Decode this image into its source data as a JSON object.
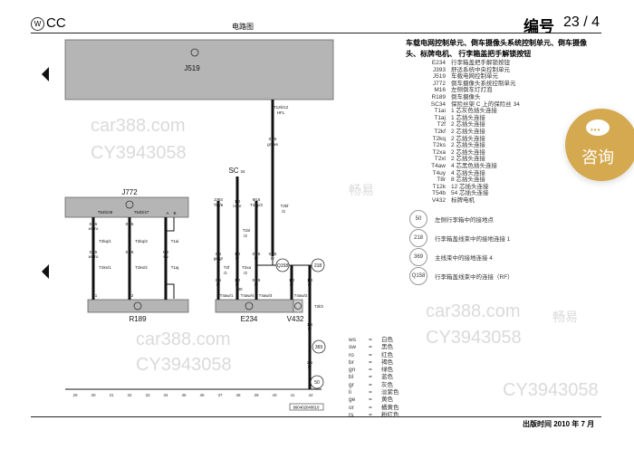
{
  "header": {
    "brand": "CC",
    "center_title": "电路图",
    "number_label": "编号",
    "page": "23 / 4"
  },
  "footer": {
    "publish_date": "出版时间 2010 年 7 月"
  },
  "doc_code": "990402040610",
  "components": {
    "j519": "J519",
    "j772": "J772",
    "r189": "R189",
    "e234": "E234",
    "v432": "V432",
    "sc34": "SC",
    "sc34_sub": "34",
    "j393": "J393",
    "j393_conn": "T8r/6",
    "m16": "M16",
    "m16_conn": "T4uy/3"
  },
  "wires": {
    "hfl_conn": "T12k/12",
    "hfl": "HFL",
    "w1_size": "0,75",
    "w1_color": "gn/ws",
    "t2kf": "T2kf",
    "t2kf_pin": "/2",
    "a_conn": "T54b/48",
    "a_size1": "0,35",
    "a_color1": "ws/ro",
    "a_t1": "T2kq/1",
    "a_size2": "0,35",
    "a_color2": "ws/ro",
    "a_t2": "T2ks/1",
    "b_conn": "T54b/47",
    "b_size1": "0,35",
    "b_t1": "T2kq/2",
    "b_size2": "0,35",
    "b_t2": "T2ks/2",
    "c_size": "0,5",
    "c_color": "sw",
    "c_t1": "T1ai",
    "c_t2": "T1aj",
    "j393_size": "0,5",
    "j393_color": "ge/gr",
    "t2f": "T2f",
    "t2f_pin": "/1",
    "j393_size2": "0,5",
    "j393_color2": "br",
    "sc_size": "1,0",
    "sc_color": "ro/br",
    "t2xl": "T2xl",
    "t2xl_pin": "/2",
    "t2xa": "T2xa",
    "t2xa_pin": "/2",
    "sc_size2": "1,0",
    "sc_color2": "br",
    "m16_size": "0,75",
    "m16_color": "br",
    "m16_size2": "0,75",
    "m16_color2": "br",
    "kf_size": "0,75",
    "kf_color": "br",
    "v_size": "1,0",
    "v_color": "br",
    "g_size": "1,0",
    "g_color": "br",
    "t2l2": "T2l/2",
    "g2_size": "1,5",
    "g2_color": "br",
    "g3_size": "2,5",
    "g3_color": "br",
    "e_conn1": "T4aw/1",
    "e_conn4": "T4aw/4",
    "e_conn3": "T4aw/3",
    "v_conn": "T4aw/2",
    "pin1": "1",
    "pin2": "2",
    "pinA": "A",
    "pinB": "B",
    "pin30": "30"
  },
  "grounds_diagram": [
    "Q158",
    "218",
    "369",
    "50"
  ],
  "grid_numbers": [
    "29",
    "30",
    "31",
    "32",
    "33",
    "34",
    "35",
    "36",
    "37",
    "38",
    "39",
    "40",
    "41",
    "42"
  ],
  "legend": {
    "title": "车载电网控制单元、倒车摄像头系统控制单元、倒车摄像头、标牌电机、 行李箱盖把手解锁按钮",
    "items": [
      {
        "code": "E234",
        "desc": "行李箱盖把手解锁按钮"
      },
      {
        "code": "J393",
        "desc": "舒适系统中央控制单元"
      },
      {
        "code": "J519",
        "desc": "车载电网控制单元"
      },
      {
        "code": "J772",
        "desc": "倒车摄像头系统控制单元"
      },
      {
        "code": "M16",
        "desc": "左侧倒车灯灯泡"
      },
      {
        "code": "R189",
        "desc": "倒车摄像头"
      },
      {
        "code": "SC34",
        "desc": "保险丝架 C 上的保险丝 34"
      },
      {
        "code": "T1ai",
        "desc": "1 芯灰色插头连接"
      },
      {
        "code": "T1aj",
        "desc": "1 芯插头连接"
      },
      {
        "code": "T2f",
        "desc": "2 芯插头连接"
      },
      {
        "code": "T2kf",
        "desc": "2 芯插头连接"
      },
      {
        "code": "T2kq",
        "desc": "2 芯插头连接"
      },
      {
        "code": "T2ks",
        "desc": "2 芯插头连接"
      },
      {
        "code": "T2xa",
        "desc": "2 芯插头连接"
      },
      {
        "code": "T2xl",
        "desc": "2 芯插头连接"
      },
      {
        "code": "T4aw",
        "desc": "4 芯黑色插头连接"
      },
      {
        "code": "T4uy",
        "desc": "4 芯插头连接"
      },
      {
        "code": "T8r",
        "desc": "8 芯插头连接"
      },
      {
        "code": "T12k",
        "desc": "12 芯插头连接"
      },
      {
        "code": "T54b",
        "desc": "54 芯插头连接"
      },
      {
        "code": "V432",
        "desc": "标牌电机"
      }
    ],
    "grounds": [
      {
        "code": "50",
        "desc": "左侧行李箱中的接地点"
      },
      {
        "code": "218",
        "desc": "行李箱盖线束中的接地连接 1"
      },
      {
        "code": "369",
        "desc": "主线束中的接地连接 4"
      },
      {
        "code": "Q158",
        "desc": "行李箱盖线束中的连接（RF）"
      }
    ]
  },
  "color_codes": [
    {
      "abbr": "ws",
      "eq": "=",
      "name": "白色"
    },
    {
      "abbr": "sw",
      "eq": "=",
      "name": "黑色"
    },
    {
      "abbr": "ro",
      "eq": "=",
      "name": "红色"
    },
    {
      "abbr": "br",
      "eq": "=",
      "name": "褐色"
    },
    {
      "abbr": "gn",
      "eq": "=",
      "name": "绿色"
    },
    {
      "abbr": "bl",
      "eq": "=",
      "name": "蓝色"
    },
    {
      "abbr": "gr",
      "eq": "=",
      "name": "灰色"
    },
    {
      "abbr": "li",
      "eq": "=",
      "name": "淡紫色"
    },
    {
      "abbr": "ge",
      "eq": "=",
      "name": "黄色"
    },
    {
      "abbr": "or",
      "eq": "=",
      "name": "橘黄色"
    },
    {
      "abbr": "rs",
      "eq": "=",
      "name": "粉红色"
    }
  ],
  "consult": {
    "label": "咨询",
    "color": "#d4a94f"
  },
  "watermarks": [
    "car388.com",
    "CY3943058",
    "畅易"
  ]
}
